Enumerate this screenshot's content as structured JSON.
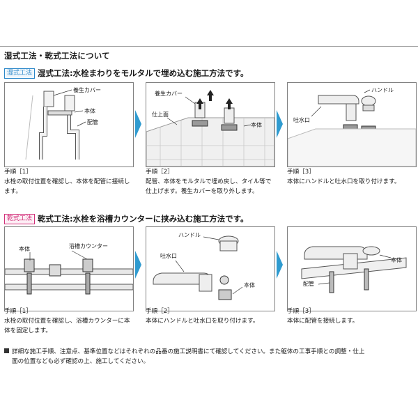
{
  "main_title": "湿式工法・乾式工法について",
  "wet": {
    "tag": "湿式工法",
    "title": "湿式工法:水栓まわりをモルタルで埋め込む施工方法です。",
    "steps": [
      {
        "label": "手順［1］",
        "text": "水栓の取付位置を確認し、本体を配管に接続します。",
        "callouts": {
          "cover": "養生カバー",
          "body": "本体",
          "pipe": "配管"
        }
      },
      {
        "label": "手順［2］",
        "text": "配管、本体をモルタルで埋め戻し、タイル等で仕上げます。養生カバーを取り外します。",
        "callouts": {
          "cover": "養生カバー",
          "surface": "仕上面",
          "body": "本体"
        }
      },
      {
        "label": "手順［3］",
        "text": "本体にハンドルと吐水口を取り付けます。",
        "callouts": {
          "handle": "ハンドル",
          "spout": "吐水口"
        }
      }
    ]
  },
  "dry": {
    "tag": "乾式工法",
    "title": "乾式工法:水栓を浴槽カウンターに挟み込む施工方法です。",
    "steps": [
      {
        "label": "手順［1］",
        "text": "水栓の取付位置を確認し、浴槽カウンターに本体を固定します。",
        "callouts": {
          "body": "本体",
          "counter": "浴槽カウンター"
        }
      },
      {
        "label": "手順［2］",
        "text": "本体にハンドルと吐水口を取り付けます。",
        "callouts": {
          "handle": "ハンドル",
          "spout": "吐水口",
          "body": "本体"
        }
      },
      {
        "label": "手順［3］",
        "text": "本体に配管を接続します。",
        "callouts": {
          "body": "本体",
          "pipe": "配管"
        }
      }
    ]
  },
  "note": {
    "line1": "詳細な施工手順、注意点、基準位置などはそれぞれの品番の施工説明書にて確認してください。また躯体の工事手順との調整・仕上",
    "line2": "面の位置なども必ず確認の上、施工してください。"
  },
  "colors": {
    "wet_accent": "#2b87c9",
    "dry_accent": "#d2317a",
    "arrow": "#2f9bd0"
  }
}
